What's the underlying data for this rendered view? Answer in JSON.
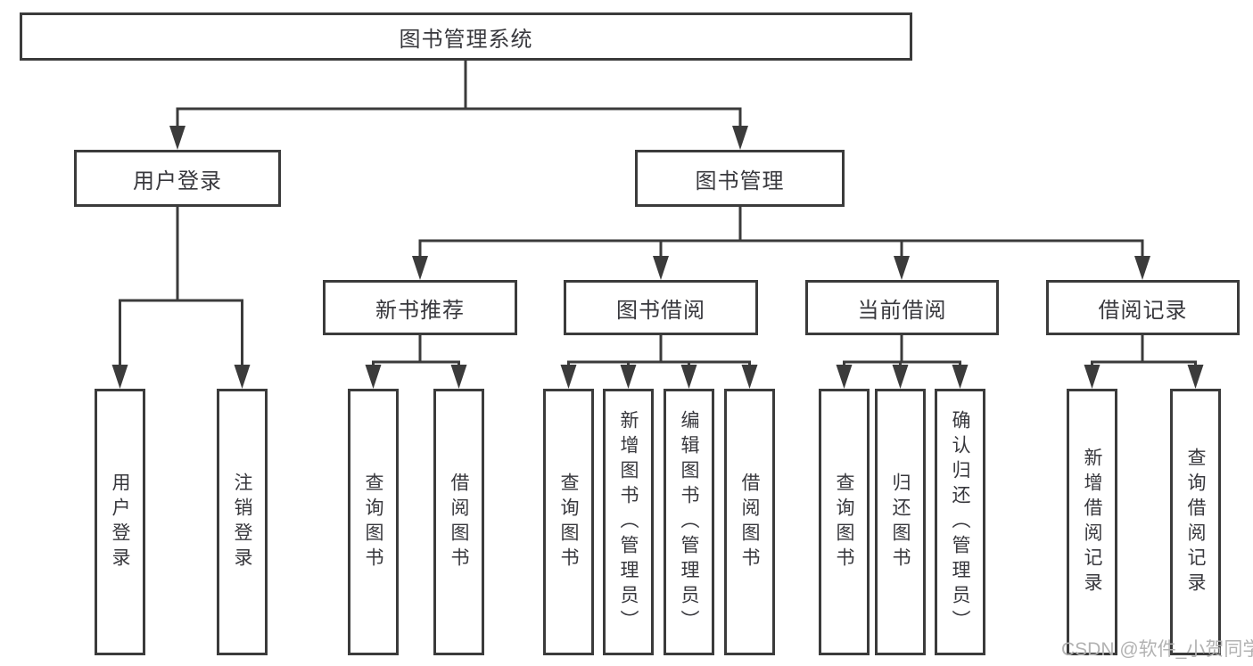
{
  "diagram": {
    "title": "图书管理系统",
    "watermark": "CSDN @软件_小贺同学",
    "colors": {
      "line": "#3b3b3b",
      "text": "#38383d",
      "watermark": "#b2b2b2",
      "background": "#ffffff"
    },
    "nodes": {
      "root": "图书管理系统",
      "user_login": "用户登录",
      "book_mgmt": "图书管理",
      "new_book_rec": "新书推荐",
      "book_borrow": "图书借阅",
      "current_borrow": "当前借阅",
      "borrow_records": "借阅记录",
      "leaf_user_login": "用户登录",
      "leaf_logout": "注销登录",
      "leaf_query_book_1": "查询图书",
      "leaf_borrow_book_1": "借阅图书",
      "leaf_query_book_2": "查询图书",
      "leaf_add_book": "新增图书（管理员）",
      "leaf_edit_book": "编辑图书（管理员）",
      "leaf_borrow_book_2": "借阅图书",
      "leaf_query_book_3": "查询图书",
      "leaf_return_book": "归还图书",
      "leaf_confirm_return": "确认归还（管理员）",
      "leaf_add_record": "新增借阅记录",
      "leaf_query_record": "查询借阅记录"
    }
  }
}
